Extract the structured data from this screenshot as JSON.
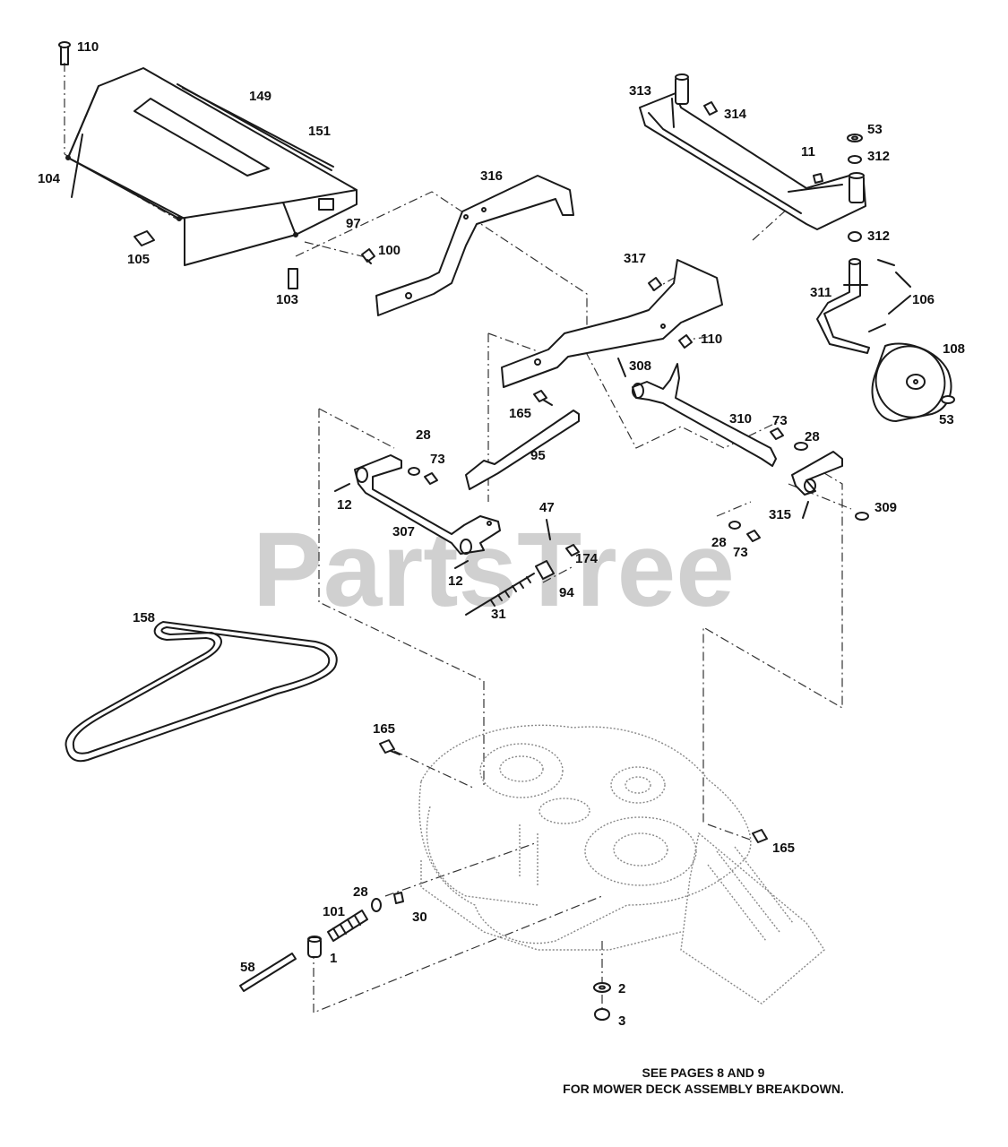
{
  "watermark": "PartsTree",
  "note": {
    "line1": "SEE PAGES 8 AND 9",
    "line2": "FOR MOWER DECK ASSEMBLY BREAKDOWN."
  },
  "callouts": {
    "c110a": "110",
    "c149": "149",
    "c151": "151",
    "c104": "104",
    "c97": "97",
    "c105": "105",
    "c100": "100",
    "c103": "103",
    "c313": "313",
    "c314": "314",
    "c53a": "53",
    "c312a": "312",
    "c11": "11",
    "c312b": "312",
    "c316": "316",
    "c317": "317",
    "c311": "311",
    "c106": "106",
    "c108": "108",
    "c53b": "53",
    "c110b": "110",
    "c308": "308",
    "c165a": "165",
    "c310": "310",
    "c73a": "73",
    "c28a": "28",
    "c28b": "28",
    "c73b": "73",
    "c95": "95",
    "c12a": "12",
    "c307": "307",
    "c47": "47",
    "c174": "174",
    "c12b": "12",
    "c94": "94",
    "c31": "31",
    "c315": "315",
    "c309": "309",
    "c28c": "28",
    "c73c": "73",
    "c158": "158",
    "c165b": "165",
    "c165c": "165",
    "c28d": "28",
    "c101": "101",
    "c30": "30",
    "c1": "1",
    "c58": "58",
    "c2": "2",
    "c3": "3"
  }
}
